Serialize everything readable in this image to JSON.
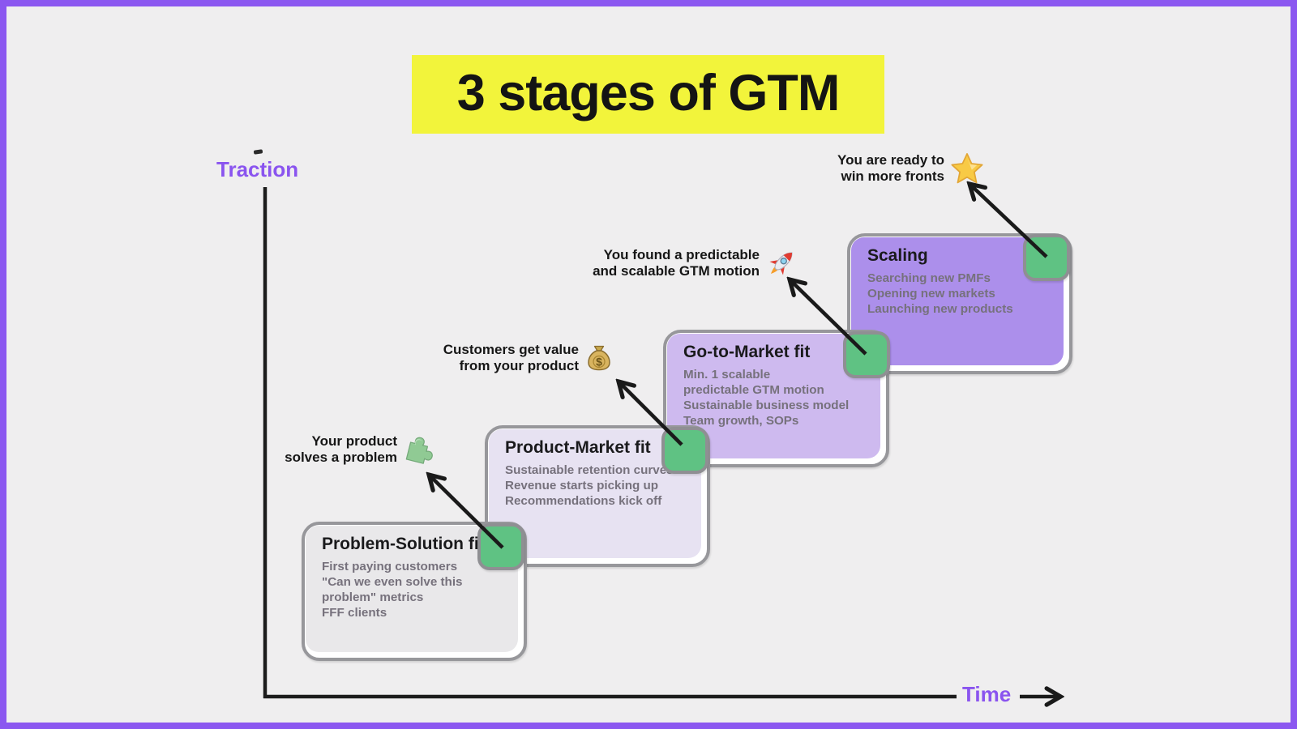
{
  "title": {
    "text": "3 stages of GTM"
  },
  "axes": {
    "y_label": "Traction",
    "x_label": "Time"
  },
  "stages": [
    {
      "title": "Problem-Solution fit",
      "lines": [
        "First paying customers",
        "\"Can we even solve this",
        "problem\" metrics",
        "FFF clients"
      ],
      "fill": "#e9e8ea"
    },
    {
      "title": "Product-Market fit",
      "lines": [
        "Sustainable retention curves",
        "Revenue starts picking up",
        "Recommendations kick off"
      ],
      "fill": "#e7e2f2"
    },
    {
      "title": "Go-to-Market fit",
      "lines": [
        "Min. 1 scalable",
        "predictable GTM motion",
        "Sustainable business model",
        "Team growth, SOPs"
      ],
      "fill": "#cebaef"
    },
    {
      "title": "Scaling",
      "lines": [
        "Searching new PMFs",
        "Opening new markets",
        "Launching new products"
      ],
      "fill": "#ac8feb"
    }
  ],
  "annotations": [
    {
      "line1": "Your product",
      "line2": "solves a problem",
      "icon": "puzzle-emoji"
    },
    {
      "line1": "Customers get value",
      "line2": "from your product",
      "icon": "money-bag-emoji"
    },
    {
      "line1": "You found a predictable",
      "line2": "and scalable GTM motion",
      "icon": "rocket-emoji"
    },
    {
      "line1": "You are ready to",
      "line2": "win more fronts",
      "icon": "star-emoji"
    }
  ],
  "colors": {
    "frame_border": "#8b57f0",
    "background": "#efeeef",
    "title_highlight": "#f2f43b",
    "axis_label_purple": "#8a54ef",
    "corner_green": "#5fc283",
    "arrow_black": "#1a1a1a",
    "box_border_gray": "#97979b"
  }
}
